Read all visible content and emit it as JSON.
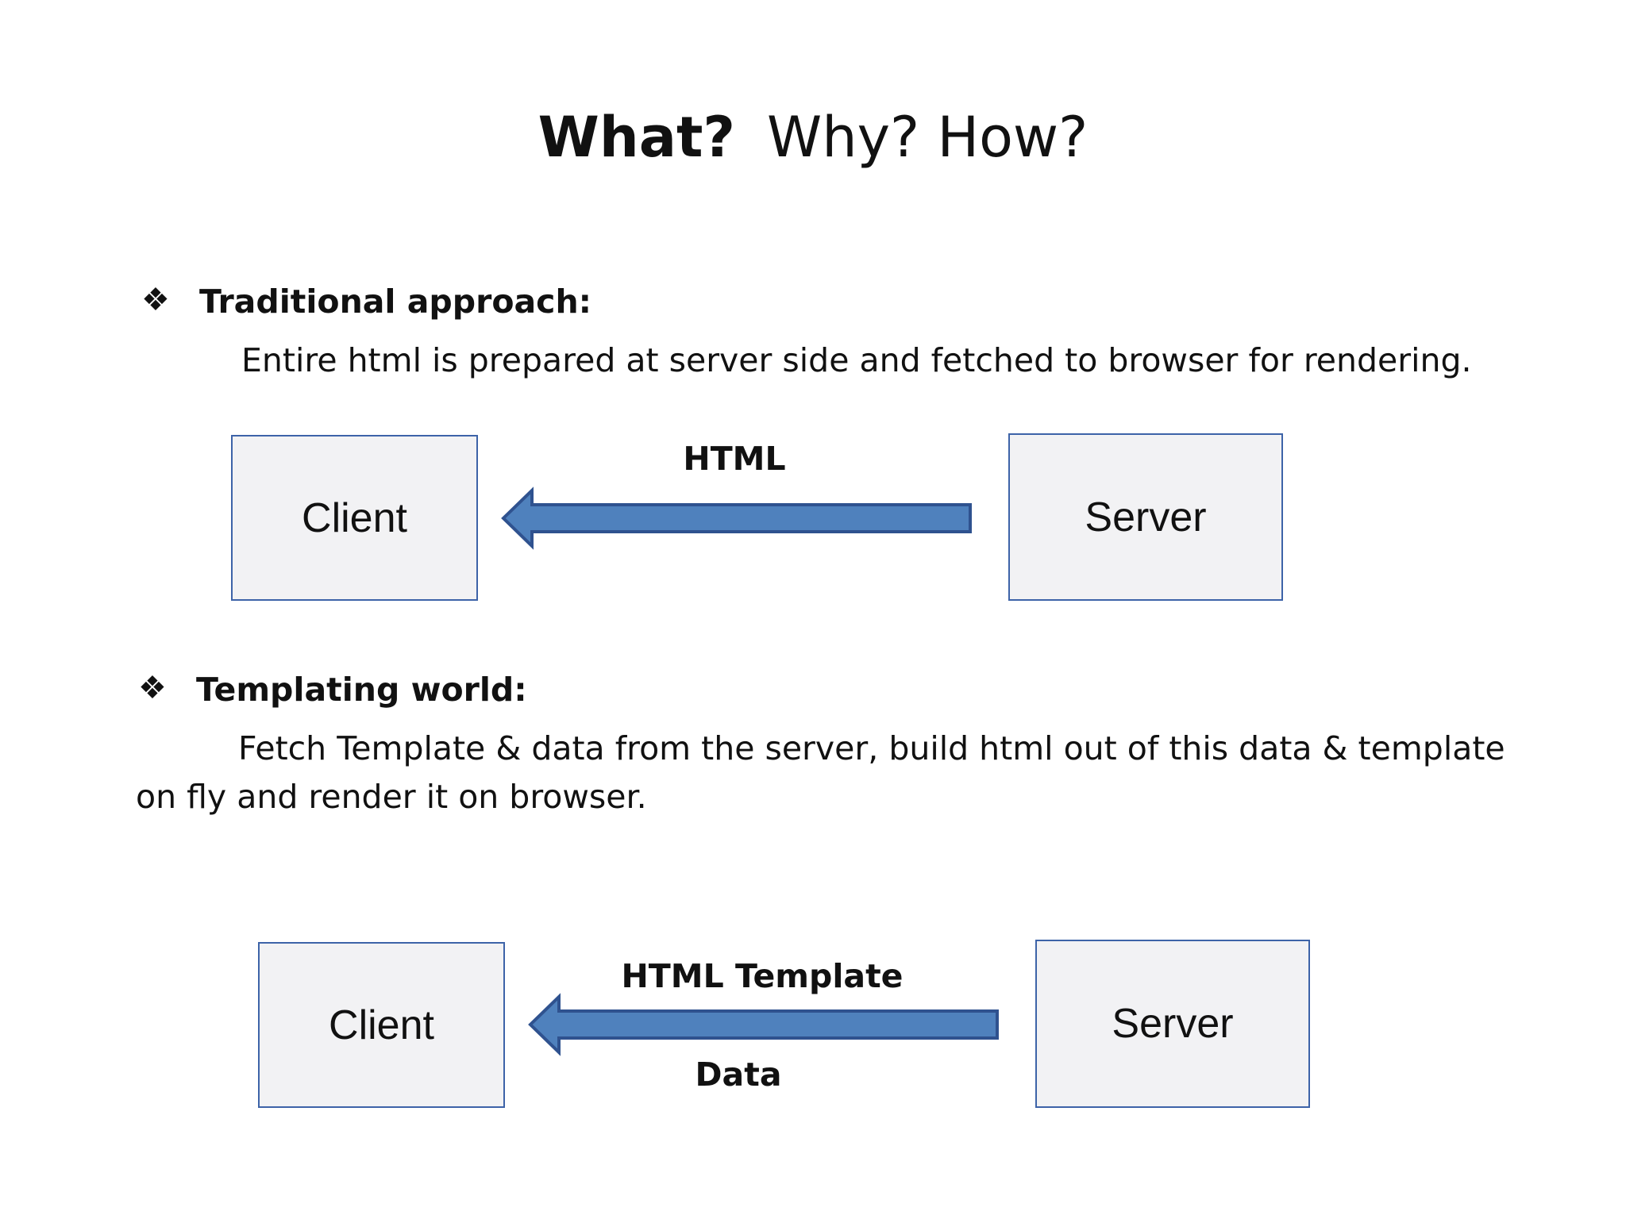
{
  "title": {
    "bold": "What?",
    "rest": "Why? How?"
  },
  "sections": [
    {
      "bullet": "❖",
      "heading": "Traditional  approach:",
      "text": "Entire html is prepared at server side and fetched to browser for rendering.",
      "diagram": {
        "client": "Client",
        "server": "Server",
        "arrow_label_top": "HTML"
      }
    },
    {
      "bullet": "❖",
      "heading": "Templating world:",
      "text_line1": "Fetch Template & data  from the server, build  html out of this data & template",
      "text_line2": "on fly and render it on browser.",
      "diagram": {
        "client": "Client",
        "server": "Server",
        "arrow_label_top": "HTML Template",
        "arrow_label_bottom": "Data"
      }
    }
  ],
  "colors": {
    "arrow_fill": "#4f81bd",
    "arrow_stroke": "#2f528f",
    "box_fill": "#f2f2f4",
    "box_border": "#3d63a8"
  }
}
